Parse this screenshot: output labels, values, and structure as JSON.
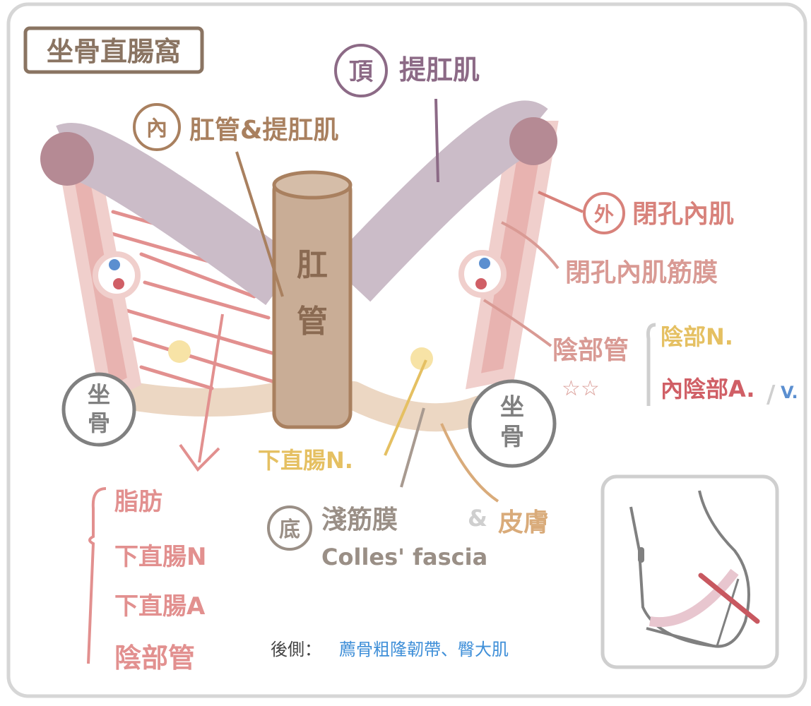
{
  "title": "坐骨直腸窩",
  "labels": {
    "roof_marker": "頂",
    "roof": "提肛肌",
    "medial_marker": "內",
    "medial": "肛管&提肛肌",
    "anal_canal_1": "肛",
    "anal_canal_2": "管",
    "lateral_marker": "外",
    "lateral": "閉孔內肌",
    "obturator_fascia": "閉孔內肌筋膜",
    "pudendal_canal": "陰部管",
    "pudendal_stars": "☆☆",
    "pudendal_nerve": "陰部N.",
    "int_pudendal_a": "內陰部A.",
    "slash": "/",
    "int_pudendal_v": "V.",
    "ischium_left_1": "坐",
    "ischium_left_2": "骨",
    "ischium_right_1": "坐",
    "ischium_right_2": "骨",
    "inferior_rectal_n": "下直腸N.",
    "floor_marker": "底",
    "floor": "淺筋膜",
    "colles": "Colles' fascia",
    "skin_amp": "&",
    "skin": "皮膚",
    "contents": [
      "脂肪",
      "下直腸N",
      "下直腸A",
      "陰部管"
    ],
    "posterior_label": "後側：",
    "posterior_value": "薦骨粗隆韌帶、臀大肌"
  },
  "colors": {
    "title": "#8a7462",
    "levator": "#cbbcc8",
    "levator_dark": "#b58a94",
    "obturator": "#e8b3b0",
    "anal_canal": "#c9ad96",
    "fascia": "#ecd7c3",
    "roof_text": "#8c6a86",
    "medial_text": "#a9805f",
    "lateral_text": "#d8827b",
    "nerve": "#e5c062",
    "artery": "#d05f66",
    "vein": "#5b8fd0",
    "ischium": "#808080",
    "floor_text": "#9a8f86",
    "posterior_text": "#3f8fd8"
  }
}
